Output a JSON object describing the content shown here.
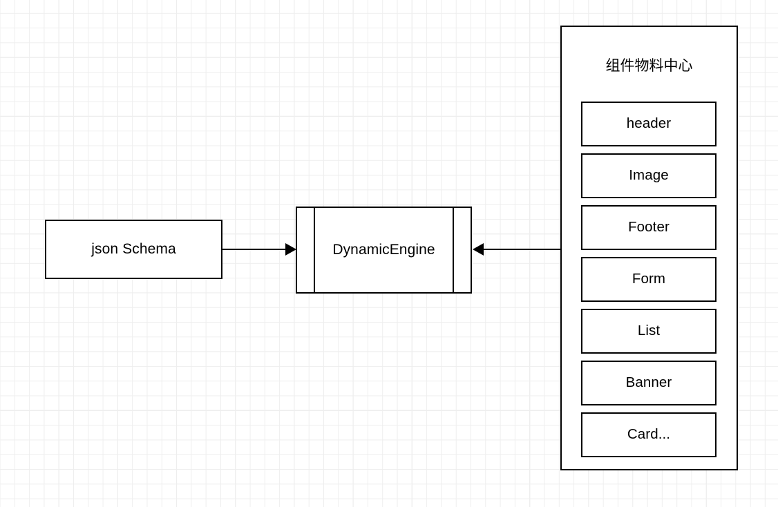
{
  "diagram": {
    "title": "",
    "background": "grid-paper",
    "grid_color": "#e8e8e8",
    "stroke_color": "#000000",
    "fill_color": "#ffffff"
  },
  "nodes": {
    "json_schema": {
      "label": "json Schema",
      "shape": "rectangle"
    },
    "dynamic_engine": {
      "label": "DynamicEngine",
      "shape": "predefined-process"
    },
    "component_center": {
      "title": "组件物料中心",
      "shape": "container",
      "items": [
        {
          "label": "header"
        },
        {
          "label": "Image"
        },
        {
          "label": "Footer"
        },
        {
          "label": "Form"
        },
        {
          "label": "List"
        },
        {
          "label": "Banner"
        },
        {
          "label": "Card..."
        }
      ]
    }
  },
  "edges": [
    {
      "id": "schema-to-engine",
      "from": "json_schema",
      "to": "dynamic_engine",
      "direction": "right",
      "label": ""
    },
    {
      "id": "center-to-engine",
      "from": "component_center",
      "to": "dynamic_engine",
      "direction": "left",
      "label": ""
    }
  ]
}
